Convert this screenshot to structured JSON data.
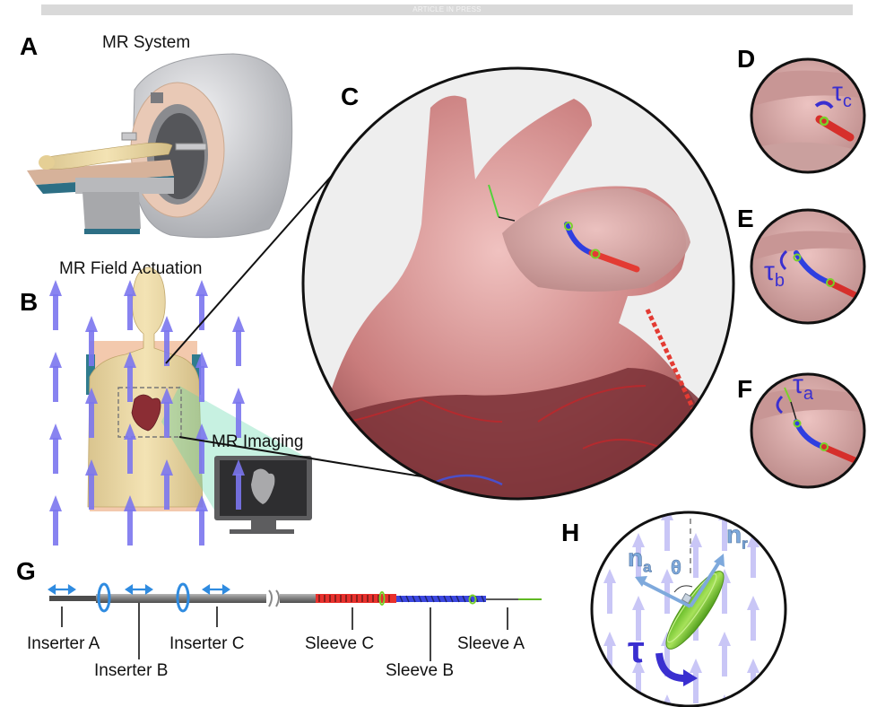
{
  "banner": {
    "text": "ARTICLE IN PRESS"
  },
  "panels": {
    "A": {
      "letter": "A",
      "title": "MR System"
    },
    "B": {
      "letter": "B",
      "title": "MR Field Actuation",
      "imaging_label": "MR Imaging"
    },
    "C": {
      "letter": "C"
    },
    "D": {
      "letter": "D",
      "torque_symbol": "τ",
      "torque_subscript": "c"
    },
    "E": {
      "letter": "E",
      "torque_symbol": "τ",
      "torque_subscript": "b"
    },
    "F": {
      "letter": "F",
      "torque_symbol": "τ",
      "torque_subscript": "a"
    },
    "G": {
      "letter": "G",
      "inserter_labels": [
        "Inserter A",
        "Inserter B",
        "Inserter C"
      ],
      "sleeve_labels": [
        "Sleeve C",
        "Sleeve B",
        "Sleeve A"
      ]
    },
    "H": {
      "letter": "H",
      "vector_a": "n",
      "vector_a_sub": "a",
      "vector_r": "n",
      "vector_r_sub": "r",
      "angle": "θ",
      "torque": "τ"
    }
  },
  "colors": {
    "field_arrow": "#7b76ee",
    "torque_label": "#3a2fd0",
    "sleeve_c": "#e8302c",
    "sleeve_b": "#3b47e0",
    "coil_green": "#79d12b",
    "motion_arrow": "#2f8be0",
    "tissue": "#d9a3a2"
  }
}
